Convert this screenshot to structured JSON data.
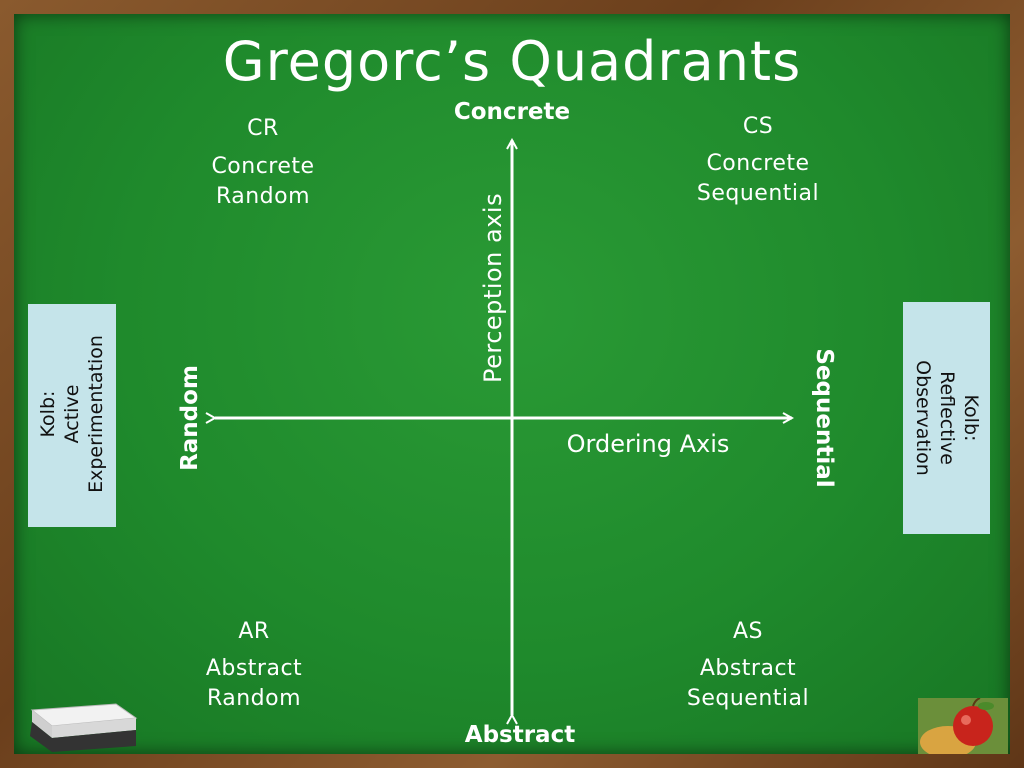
{
  "title": "Gregorc’s Quadrants",
  "axes": {
    "top": "Concrete",
    "bottom": "Abstract",
    "left": "Random",
    "right": "Sequential",
    "vertical_label": "Perception axis",
    "horizontal_label": "Ordering Axis"
  },
  "quadrants": {
    "cr": {
      "code": "CR",
      "line1": "Concrete",
      "line2": "Random"
    },
    "cs": {
      "code": "CS",
      "line1": "Concrete",
      "line2": "Sequential"
    },
    "ar": {
      "code": "AR",
      "line1": "Abstract",
      "line2": "Random"
    },
    "as": {
      "code": "AS",
      "line1": "Abstract",
      "line2": "Sequential"
    }
  },
  "kolb_left": {
    "line1": "Kolb:",
    "line2": "Active",
    "line3": "Experimentation"
  },
  "kolb_right": {
    "line1": "Kolb:",
    "line2": "Reflective",
    "line3": "Observation"
  },
  "colors": {
    "board": "#1f8a2c",
    "frame": "#7a4a22",
    "kolb_box": "#c5e4ea",
    "chalk": "#ffffff"
  },
  "decorations": {
    "bottom_left": "eraser-icon",
    "bottom_right": "apple-icon"
  }
}
